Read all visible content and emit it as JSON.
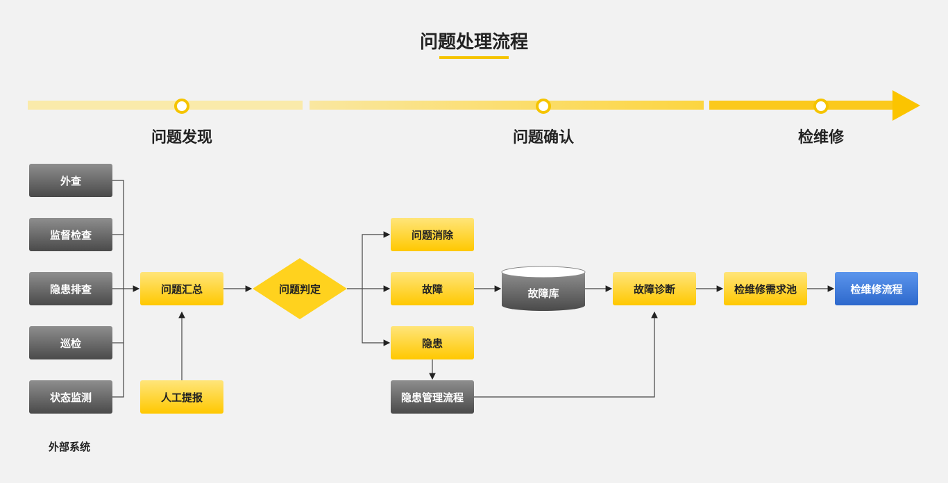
{
  "title": "问题处理流程",
  "phases": [
    "问题发现",
    "问题确认",
    "检维修"
  ],
  "external": {
    "items": [
      "外查",
      "监督检查",
      "隐患排查",
      "巡检",
      "状态监测"
    ],
    "label": "外部系统"
  },
  "nodes": {
    "summary": "问题汇总",
    "manual": "人工提报",
    "judge": "问题判定",
    "eliminate": "问题消除",
    "fault": "故障",
    "hazard": "隐患",
    "hazard_flow": "隐患管理流程",
    "fault_db": "故障库",
    "diagnosis": "故障诊断",
    "demand_pool": "检维修需求池",
    "repair_flow": "检维修流程"
  },
  "colors": {
    "accent": "#f5c400",
    "blue": "#2d68cc",
    "gray": "#4a4a4a"
  }
}
